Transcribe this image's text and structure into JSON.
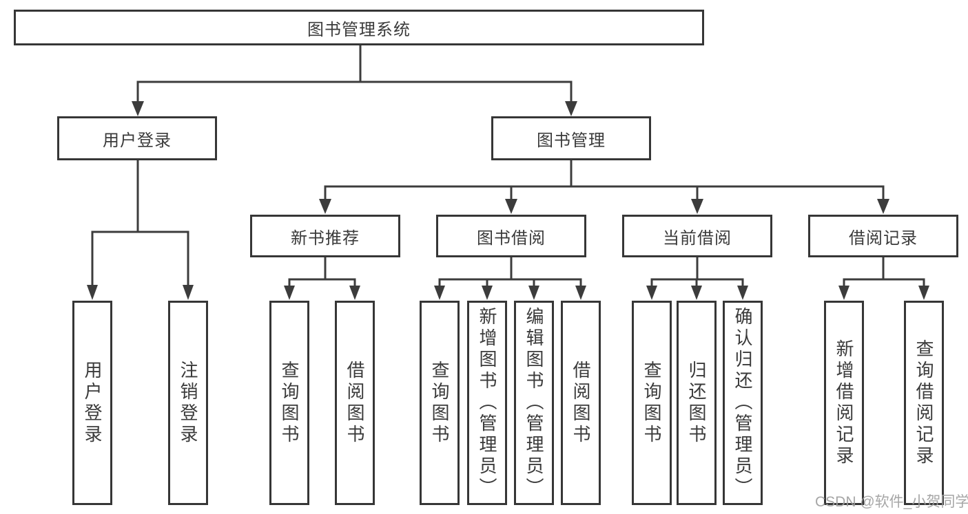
{
  "diagram": {
    "root": {
      "label": "图书管理系统"
    },
    "user_login": {
      "label": "用户登录",
      "children": [
        {
          "label": "用户登录"
        },
        {
          "label": "注销登录"
        }
      ]
    },
    "book_management": {
      "label": "图书管理",
      "sections": [
        {
          "label": "新书推荐",
          "children": [
            {
              "label": "查询图书"
            },
            {
              "label": "借阅图书"
            }
          ]
        },
        {
          "label": "图书借阅",
          "children": [
            {
              "label": "查询图书"
            },
            {
              "label": "新增图书（管理员）"
            },
            {
              "label": "编辑图书（管理员）"
            },
            {
              "label": "借阅图书"
            }
          ]
        },
        {
          "label": "当前借阅",
          "children": [
            {
              "label": "查询图书"
            },
            {
              "label": "归还图书"
            },
            {
              "label": "确认归还（管理员）"
            }
          ]
        },
        {
          "label": "借阅记录",
          "children": [
            {
              "label": "新增借阅记录"
            },
            {
              "label": "查询借阅记录"
            }
          ]
        }
      ]
    }
  },
  "watermark": {
    "text": "CSDN @软件_小贺同学"
  },
  "colors": {
    "line": "#3c3c3c",
    "border": "#363636",
    "text": "#3a3a3a",
    "watermark": "#9e9e9e",
    "background": "#ffffff"
  }
}
